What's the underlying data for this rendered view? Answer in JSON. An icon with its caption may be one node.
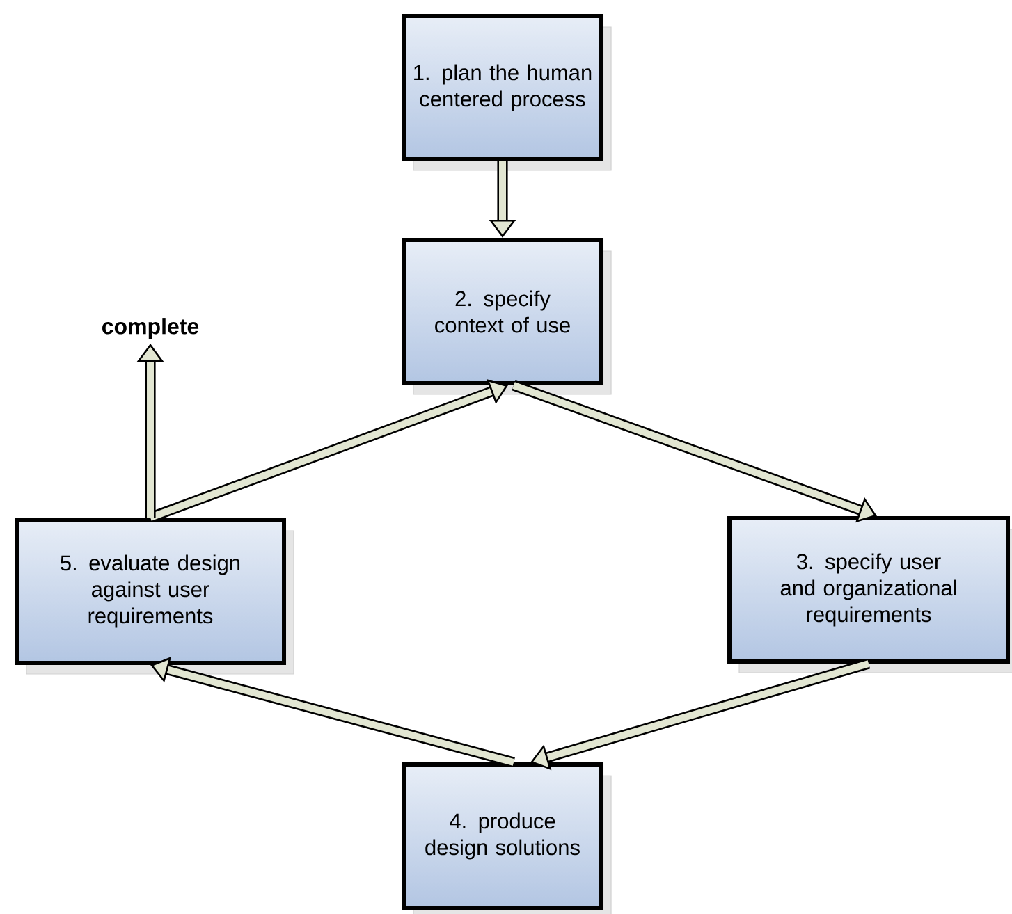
{
  "diagram": {
    "nodes": [
      {
        "text": [
          "1. plan the human centered process"
        ]
      },
      {
        "text": [
          "2. specify context of use"
        ]
      },
      {
        "text": [
          "3. specify user and organizational requirements"
        ]
      },
      {
        "text": [
          "4. produce design solutions"
        ]
      },
      {
        "text": [
          "5. evaluate design against user requirements"
        ]
      },
      {
        "text": [
          "complete"
        ]
      }
    ],
    "edges": [
      {
        "from": 0,
        "to": 1,
        "arrow": "to"
      },
      {
        "from": 1,
        "to": 2,
        "arrow": "to"
      },
      {
        "from": 2,
        "to": 3,
        "arrow": "to"
      },
      {
        "from": 3,
        "to": 4,
        "arrow": "to"
      },
      {
        "from": 4,
        "to": 1,
        "arrow": "to"
      },
      {
        "from": 4,
        "to": 5,
        "arrow": "to"
      }
    ]
  }
}
